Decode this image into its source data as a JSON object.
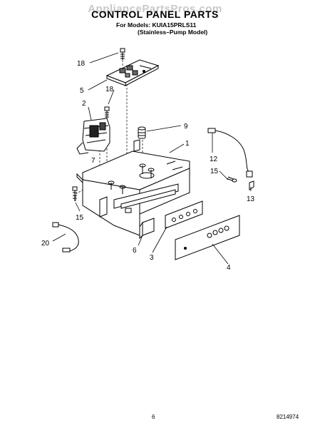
{
  "watermark": "AppliancePartsPros.com",
  "header": {
    "title": "CONTROL PANEL PARTS",
    "models_line": "For Models: KUIA15PRLS11",
    "variant_line": "(Stainless–Pump Model)"
  },
  "callouts": {
    "c18_top": "18",
    "c5": "5",
    "c18_mid": "18",
    "c2": "2",
    "c9": "9",
    "c1": "1",
    "c12": "12",
    "c15_right": "15",
    "c13": "13",
    "c7": "7",
    "c15_left": "15",
    "c20": "20",
    "c6": "6",
    "c3": "3",
    "c4": "4"
  },
  "footer": {
    "page_number": "6",
    "doc_number": "8214974"
  }
}
